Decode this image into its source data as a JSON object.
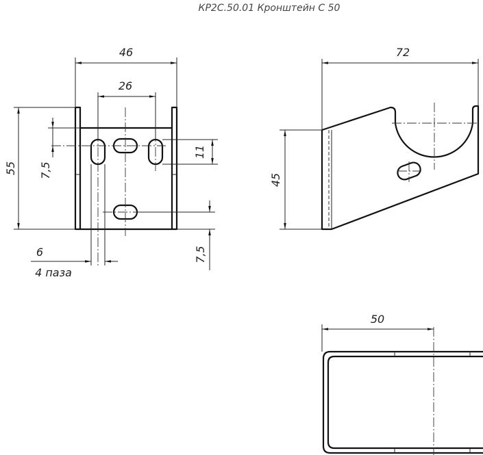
{
  "title": "КР2С.50.01 Кронштейн С 50",
  "front_view": {
    "dims": {
      "width": "46",
      "hole_spacing": "26",
      "height": "55",
      "offset_top": "7,5",
      "slot_length": "11",
      "offset_bottom": "7,5",
      "slot_width": "6",
      "slot_note": "4 паза"
    }
  },
  "side_view": {
    "dims": {
      "length": "72",
      "height": "45"
    }
  },
  "top_view": {
    "dims": {
      "width": "50"
    }
  }
}
